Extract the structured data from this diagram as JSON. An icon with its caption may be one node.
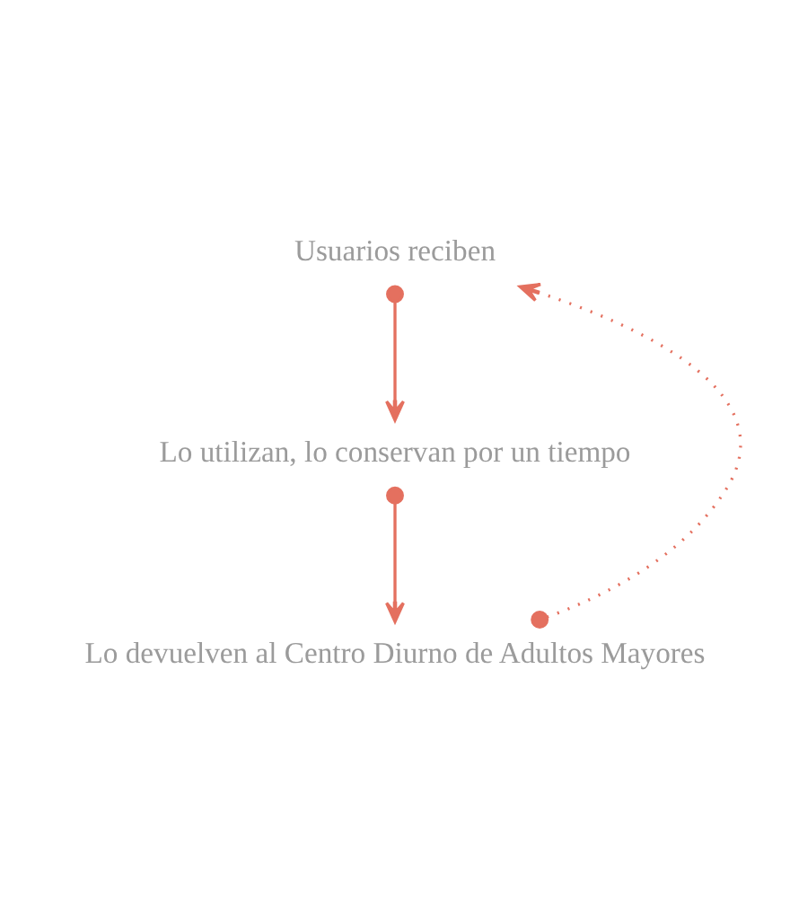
{
  "diagram": {
    "nodes": [
      {
        "text": [
          "Usuarios reciben"
        ]
      },
      {
        "text": [
          "Lo utilizan, lo conservan por un tiempo"
        ]
      },
      {
        "text": [
          "Lo devuelven al Centro Diurno de Adultos Mayores"
        ]
      }
    ],
    "edges": [
      {
        "from": 0,
        "to": 1,
        "arrow": "to"
      },
      {
        "from": 1,
        "to": 2,
        "arrow": "to"
      },
      {
        "from": 2,
        "to": 0,
        "arrow": "to",
        "style": "dashed"
      }
    ]
  }
}
